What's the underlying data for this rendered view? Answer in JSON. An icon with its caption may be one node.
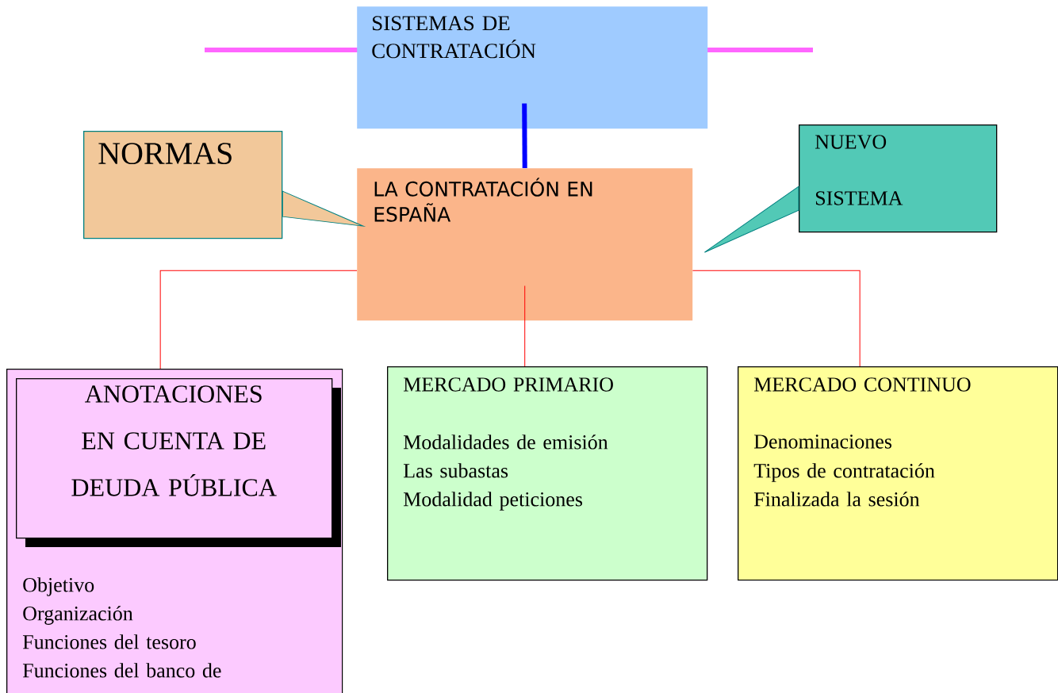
{
  "diagram": {
    "nodes": [
      {
        "text": [
          "SISTEMAS DE CONTRATACIÓN"
        ]
      },
      {
        "text": [
          "LA CONTRATACIÓN EN ESPAÑA"
        ]
      },
      {
        "text": [
          "NORMAS"
        ]
      },
      {
        "text": [
          "NUEVO",
          "SISTEMA"
        ]
      },
      {
        "text": [
          "Objetivo",
          "Organización",
          "Funciones del tesoro",
          "Funciones del banco de"
        ]
      },
      {
        "text": [
          "ANOTACIONES EN CUENTA DE DEUDA PÚBLICA"
        ],
        "in": 4
      },
      {
        "text": [
          "MERCADO PRIMARIO",
          "Modalidades de emisión",
          "Las subastas",
          "Modalidad peticiones"
        ]
      },
      {
        "text": [
          "MERCADO CONTINUO",
          "Denominaciones",
          "Tipos de contratación",
          "Finalizada la sesión"
        ]
      }
    ],
    "edges": [
      {
        "from": 0,
        "to": 1,
        "arrow": "none",
        "style": "thick",
        "color": "#0000ff"
      },
      {
        "from": 2,
        "to": 1,
        "arrow": "none",
        "color": "#008080"
      },
      {
        "from": 3,
        "to": 1,
        "arrow": "none",
        "color": "#008080"
      },
      {
        "from": 1,
        "to": 4,
        "arrow": "none"
      },
      {
        "from": 1,
        "to": 6,
        "arrow": "none"
      },
      {
        "from": 1,
        "to": 7,
        "arrow": "none"
      }
    ]
  }
}
